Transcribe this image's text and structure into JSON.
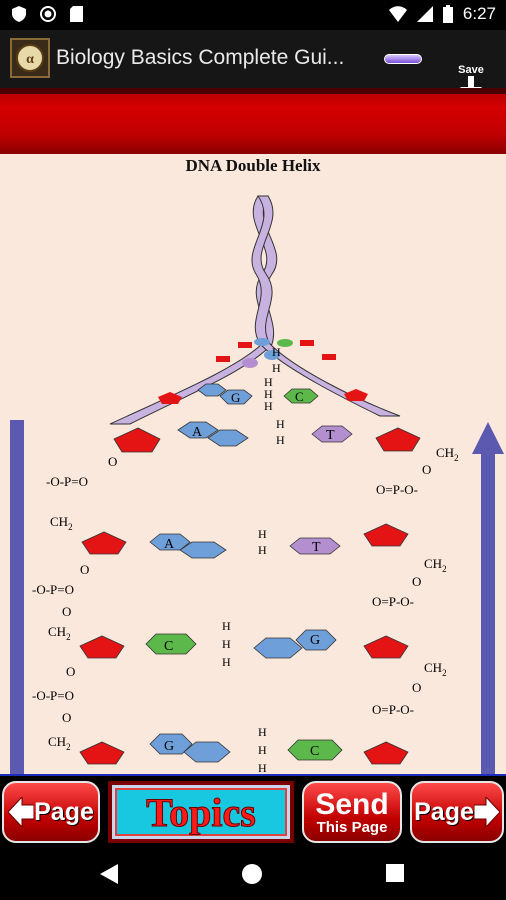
{
  "status_bar": {
    "time": "6:27"
  },
  "app_bar": {
    "title": "Biology Basics Complete Gui...",
    "save_label": "Save"
  },
  "figure": {
    "title": "DNA Double Helix",
    "bases": {
      "A": "A",
      "T": "T",
      "G": "G",
      "C": "C"
    },
    "h_label": "H",
    "ch2_label": "CH",
    "ch2_sub": "2",
    "phosphate_left": "-O-P=O",
    "phosphate_right": "O=P-O-",
    "o_label": "O"
  },
  "bottom_bar": {
    "prev_label": "Page",
    "topics_label": "Topics",
    "send_label": "Send",
    "send_sub_label": "This Page",
    "next_label": "Page"
  },
  "colors": {
    "red_base": "#e41414",
    "blue_base": "#6f9fd8",
    "green_base": "#5cb84a",
    "purple_base": "#b38fd0",
    "helix_strand": "#c8b2e0",
    "arrow": "#5c5ab0",
    "background": "#fbe8dc"
  }
}
